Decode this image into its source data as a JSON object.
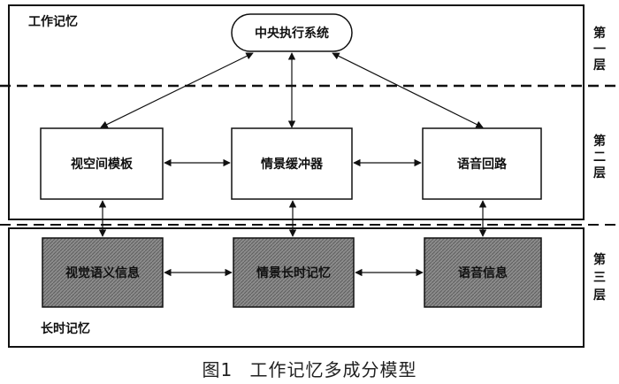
{
  "regions": {
    "working_memory": "工作记忆",
    "long_term_memory": "长时记忆"
  },
  "boxes": {
    "central_executive": "中央执行系统",
    "visuospatial_sketchpad": "视空间模板",
    "episodic_buffer": "情景缓冲器",
    "phonological_loop": "语音回路",
    "visual_semantic": "视觉语义信息",
    "episodic_ltm": "情景长时记忆",
    "phonological_info": "语音信息"
  },
  "layers": [
    {
      "chars": [
        "第",
        "一",
        "层"
      ]
    },
    {
      "chars": [
        "第",
        "二",
        "层"
      ]
    },
    {
      "chars": [
        "第",
        "三",
        "层"
      ]
    }
  ],
  "caption": {
    "number": "图1",
    "title": "工作记忆多成分模型"
  },
  "colors": {
    "box_fill": "#ffffff",
    "ltm_box_fill": "#8c8c8c",
    "stroke": "#111111"
  }
}
